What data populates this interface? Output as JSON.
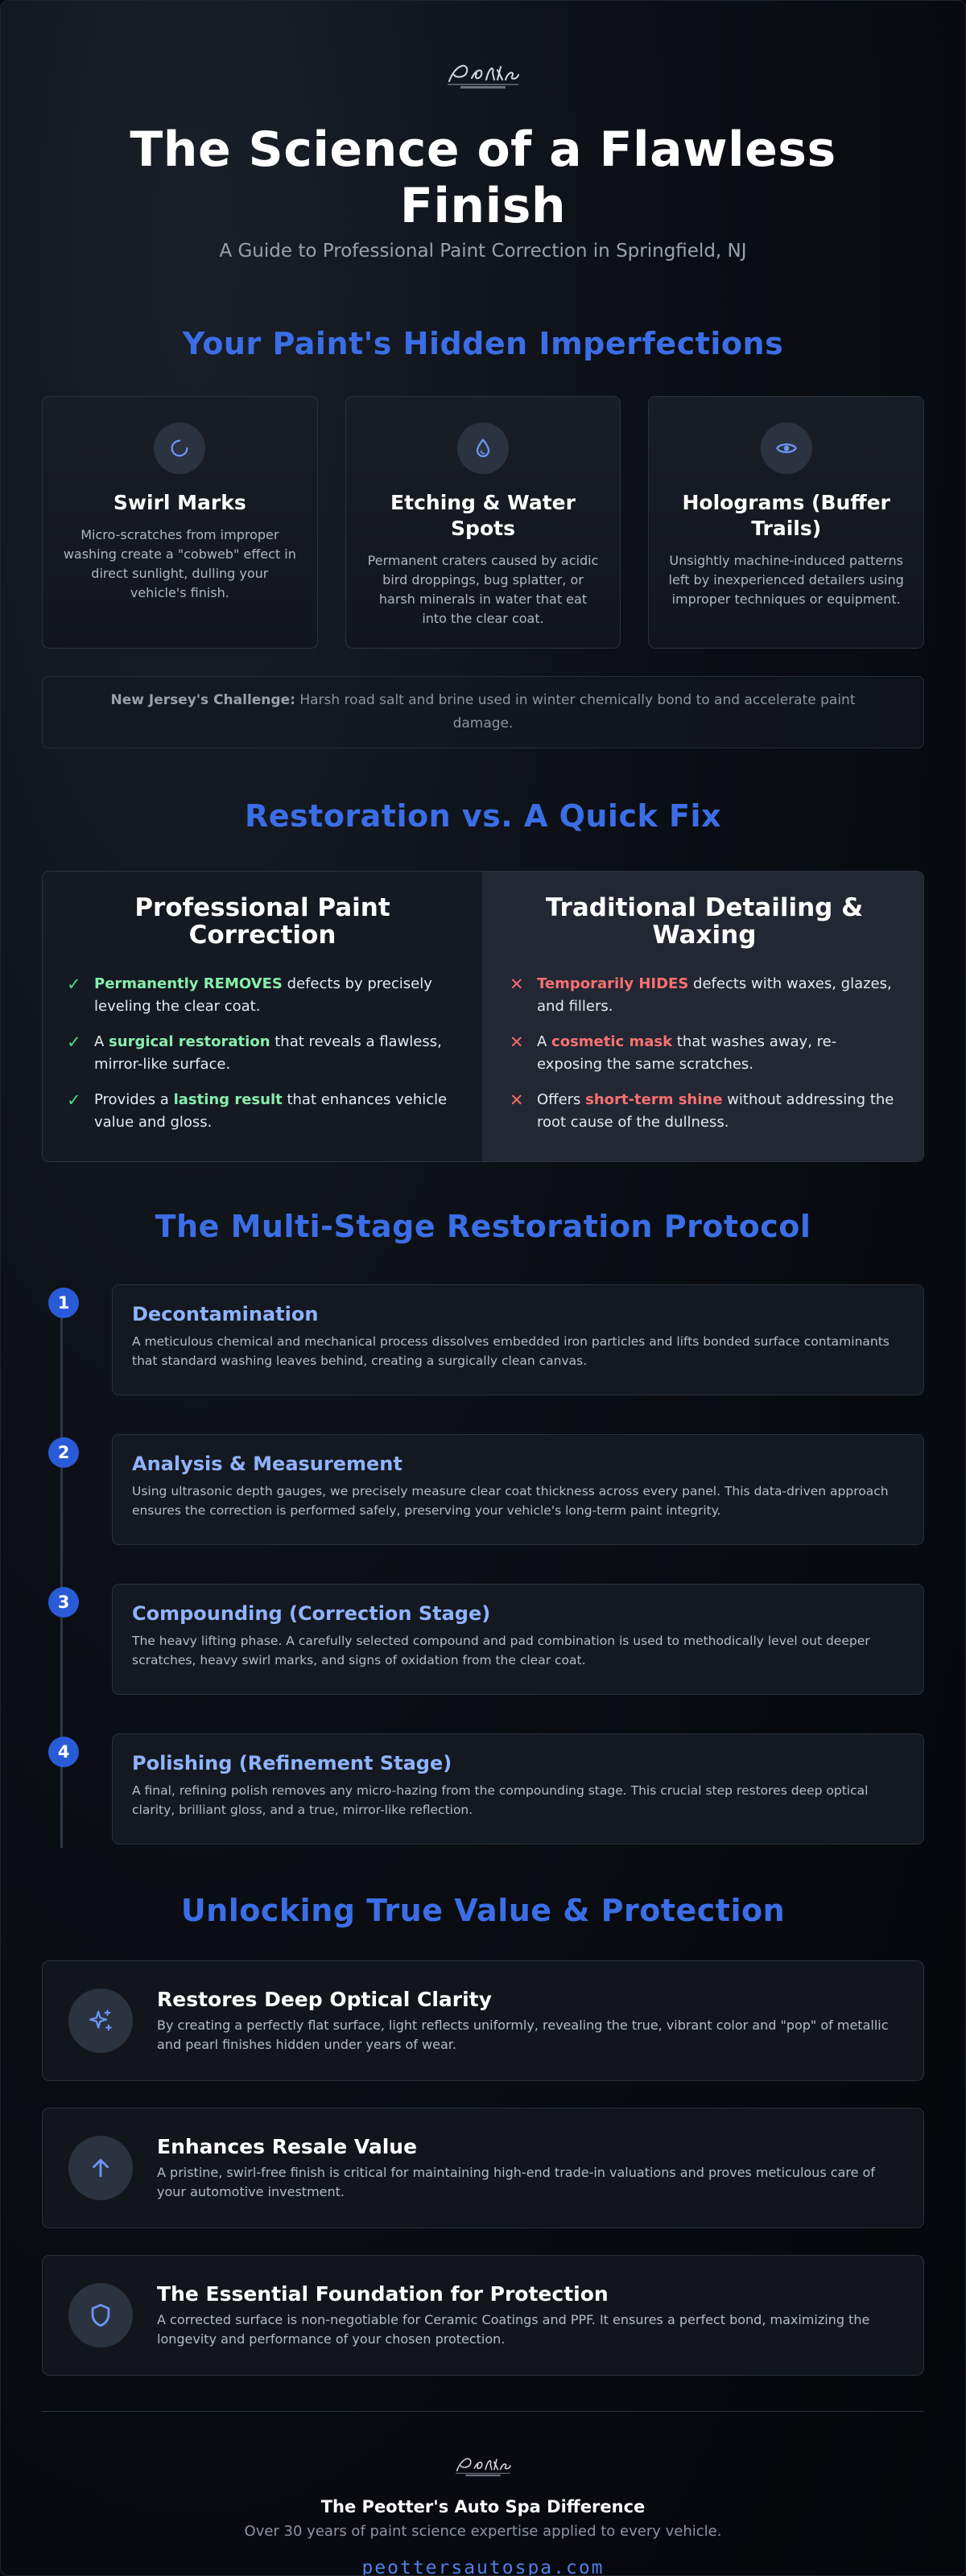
{
  "header": {
    "logo_name": "Peotter's Auto Spa logo",
    "title": "The Science of a Flawless Finish",
    "subtitle": "A Guide to Professional Paint Correction in Springfield, NJ"
  },
  "imperfections": {
    "title": "Your Paint's Hidden Imperfections",
    "cards": [
      {
        "icon": "swirl-icon",
        "title": "Swirl Marks",
        "text": "Micro-scratches from improper washing create a \"cobweb\" effect in direct sunlight, dulling your vehicle's finish."
      },
      {
        "icon": "droplet-icon",
        "title": "Etching & Water Spots",
        "text": "Permanent craters caused by acidic bird droppings, bug splatter, or harsh minerals in water that eat into the clear coat."
      },
      {
        "icon": "eye-icon",
        "title": "Holograms (Buffer Trails)",
        "text": "Unsightly machine-induced patterns left by inexperienced detailers using improper techniques or equipment."
      }
    ],
    "nj_label": "New Jersey's Challenge:",
    "nj_text": " Harsh road salt and brine used in winter chemically bond to and accelerate paint damage."
  },
  "comparison": {
    "title": "Restoration vs. A Quick Fix",
    "left": {
      "title": "Professional Paint Correction",
      "items": [
        {
          "pre": "",
          "hl": "Permanently REMOVES",
          "post": " defects by precisely leveling the clear coat."
        },
        {
          "pre": "A ",
          "hl": "surgical restoration",
          "post": " that reveals a flawless, mirror-like surface."
        },
        {
          "pre": "Provides a ",
          "hl": "lasting result",
          "post": " that enhances vehicle value and gloss."
        }
      ]
    },
    "right": {
      "title": "Traditional Detailing & Waxing",
      "items": [
        {
          "pre": "",
          "hl": "Temporarily HIDES",
          "post": " defects with waxes, glazes, and fillers."
        },
        {
          "pre": "A ",
          "hl": "cosmetic mask",
          "post": " that washes away, re-exposing the same scratches."
        },
        {
          "pre": "Offers ",
          "hl": "short-term shine",
          "post": " without addressing the root cause of the dullness."
        }
      ]
    }
  },
  "protocol": {
    "title": "The Multi-Stage Restoration Protocol",
    "steps": [
      {
        "num": "1",
        "title": "Decontamination",
        "text": "A meticulous chemical and mechanical process dissolves embedded iron particles and lifts bonded surface contaminants that standard washing leaves behind, creating a surgically clean canvas."
      },
      {
        "num": "2",
        "title": "Analysis & Measurement",
        "text": "Using ultrasonic depth gauges, we precisely measure clear coat thickness across every panel. This data-driven approach ensures the correction is performed safely, preserving your vehicle's long-term paint integrity."
      },
      {
        "num": "3",
        "title": "Compounding (Correction Stage)",
        "text": "The heavy lifting phase. A carefully selected compound and pad combination is used to methodically level out deeper scratches, heavy swirl marks, and signs of oxidation from the clear coat."
      },
      {
        "num": "4",
        "title": "Polishing (Refinement Stage)",
        "text": "A final, refining polish removes any micro-hazing from the compounding stage. This crucial step restores deep optical clarity, brilliant gloss, and a true, mirror-like reflection."
      }
    ]
  },
  "value": {
    "title": "Unlocking True Value & Protection",
    "items": [
      {
        "icon": "sparkle-icon",
        "title": "Restores Deep Optical Clarity",
        "text": "By creating a perfectly flat surface, light reflects uniformly, revealing the true, vibrant color and \"pop\" of metallic and pearl finishes hidden under years of wear."
      },
      {
        "icon": "arrow-up-icon",
        "title": "Enhances Resale Value",
        "text": "A pristine, swirl-free finish is critical for maintaining high-end trade-in valuations and proves meticulous care of your automotive investment."
      },
      {
        "icon": "shield-icon",
        "title": "The Essential Foundation for Protection",
        "text": "A corrected surface is non-negotiable for Ceramic Coatings and PPF. It ensures a perfect bond, maximizing the longevity and performance of your chosen protection."
      }
    ]
  },
  "footer": {
    "title": "The Peotter's Auto Spa Difference",
    "subtitle": "Over 30 years of paint science expertise applied to every vehicle.",
    "url": "peottersautospa.com"
  },
  "colors": {
    "accent": "#3b6ee6",
    "step_title": "#8fb3ff",
    "good": "#86efac",
    "bad": "#f87171"
  }
}
